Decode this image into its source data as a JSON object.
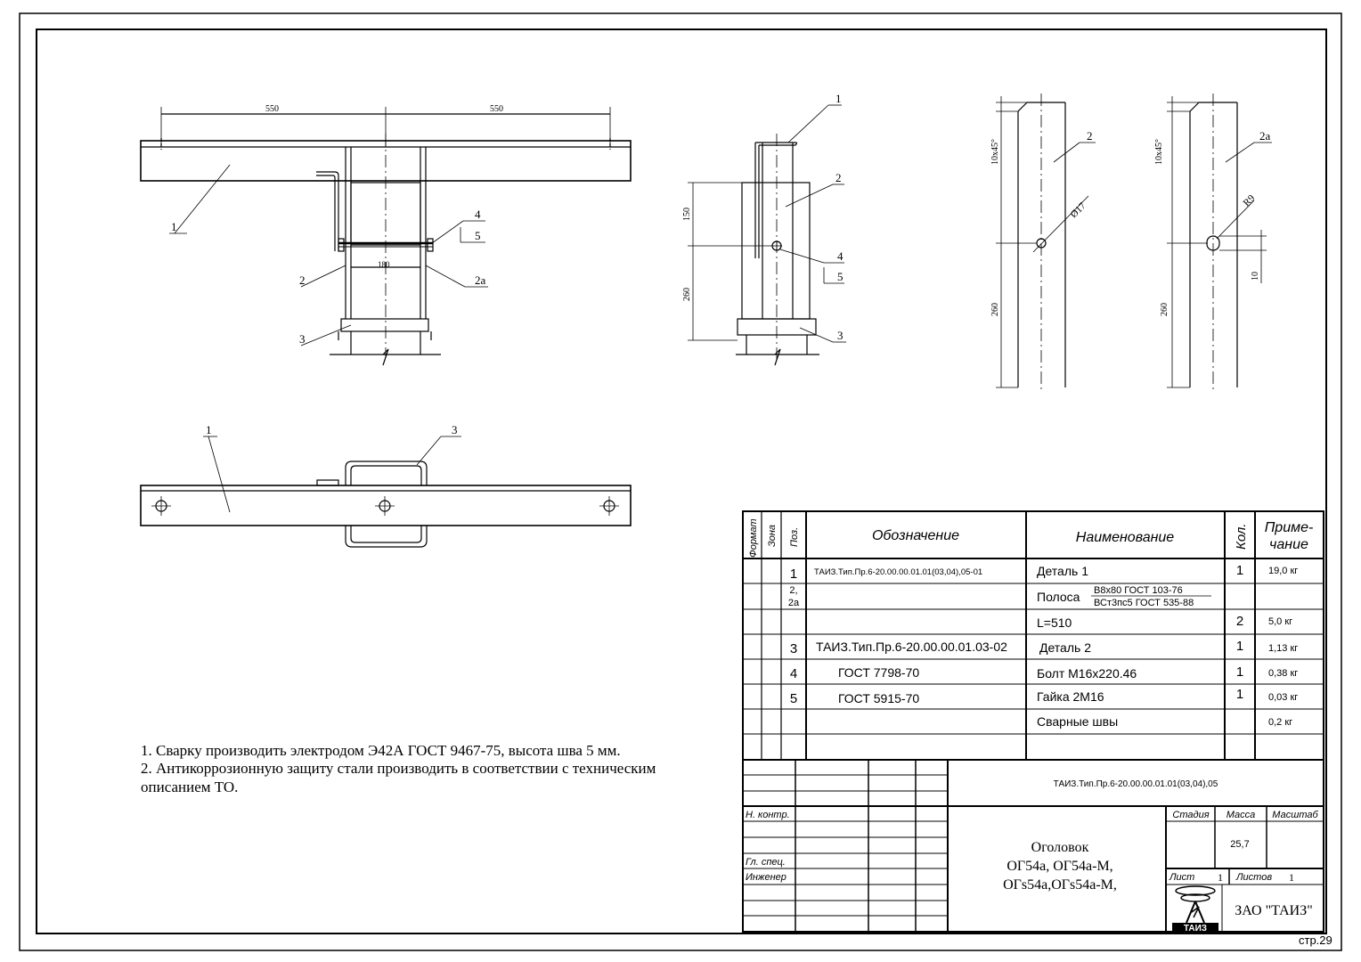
{
  "views": {
    "front": {
      "dims": [
        "550",
        "550",
        "180"
      ],
      "callouts": [
        "1",
        "2",
        "2а",
        "3",
        "4",
        "5"
      ]
    },
    "side": {
      "dims": [
        "150",
        "260"
      ],
      "callouts": [
        "1",
        "2",
        "3",
        "4",
        "5"
      ]
    },
    "detail2": {
      "dims": [
        "10х45°",
        "260"
      ],
      "hole": "Ø17",
      "callout": "2"
    },
    "detail2a": {
      "dims": [
        "10х45°",
        "260",
        "10"
      ],
      "hole": "R9",
      "callout": "2а"
    },
    "plan": {
      "callouts": [
        "1",
        "3"
      ]
    }
  },
  "notes": [
    "1. Сварку производить электродом Э42А ГОСТ 9467-75, высота шва 5 мм.",
    "2. Антикоррозионную защиту стали производить в соответствии с техническим",
    "описанием ТО."
  ],
  "spec": {
    "headers": {
      "format": "Формат",
      "zone": "Зона",
      "pos": "Поз.",
      "designation": "Обозначение",
      "name": "Наименование",
      "qty": "Кол.",
      "note_line1": "Приме-",
      "note_line2": "чание"
    },
    "rows": [
      {
        "pos": "1",
        "designation": "ТАИЗ.Тип.Пр.6-20.00.00.01.01(03,04),05-01",
        "name": "Деталь 1",
        "qty": "1",
        "note": "19,0 кг"
      },
      {
        "pos_a": "2,",
        "pos_b": "2а",
        "designation": "",
        "name": "Полоса",
        "frac_top": "В8х80 ГОСТ 103-76",
        "frac_bottom": "ВСт3пс5 ГОСТ 535-88",
        "qty": "",
        "note": ""
      },
      {
        "pos": "",
        "designation": "",
        "name": "L=510",
        "qty": "2",
        "note": "5,0 кг"
      },
      {
        "pos": "3",
        "designation": "ТАИЗ.Тип.Пр.6-20.00.00.01.03-02",
        "name": "Деталь 2",
        "qty": "1",
        "note": "1,13 кг"
      },
      {
        "pos": "4",
        "designation": "ГОСТ 7798-70",
        "name": "Болт М16х220.46",
        "qty": "1",
        "note": "0,38 кг"
      },
      {
        "pos": "5",
        "designation": "ГОСТ 5915-70",
        "name": "Гайка 2М16",
        "qty": "1",
        "note": "0,03 кг"
      },
      {
        "pos": "",
        "designation": "",
        "name": "Сварные швы",
        "qty": "",
        "note": "0,2 кг"
      }
    ]
  },
  "title_block": {
    "doc_code": "ТАИЗ.Тип.Пр.6-20.00.00.01.01(03,04),05",
    "roles": [
      "Н. контр.",
      "Гл. спец.",
      "Инженер"
    ],
    "title_lines": [
      "Оголовок",
      "ОГ54а, ОГ54а-М,",
      "ОГs54а,ОГs54а-М,"
    ],
    "stage_label": "Стадия",
    "mass_label": "Масса",
    "scale_label": "Масштаб",
    "mass_value": "25,7",
    "sheet_label": "Лист",
    "sheet_value": "1",
    "sheets_label": "Листов",
    "sheets_value": "1",
    "logo_text": "ТАИЗ",
    "company": "ЗАО \"ТАИЗ\""
  },
  "page_label": "стр.29"
}
